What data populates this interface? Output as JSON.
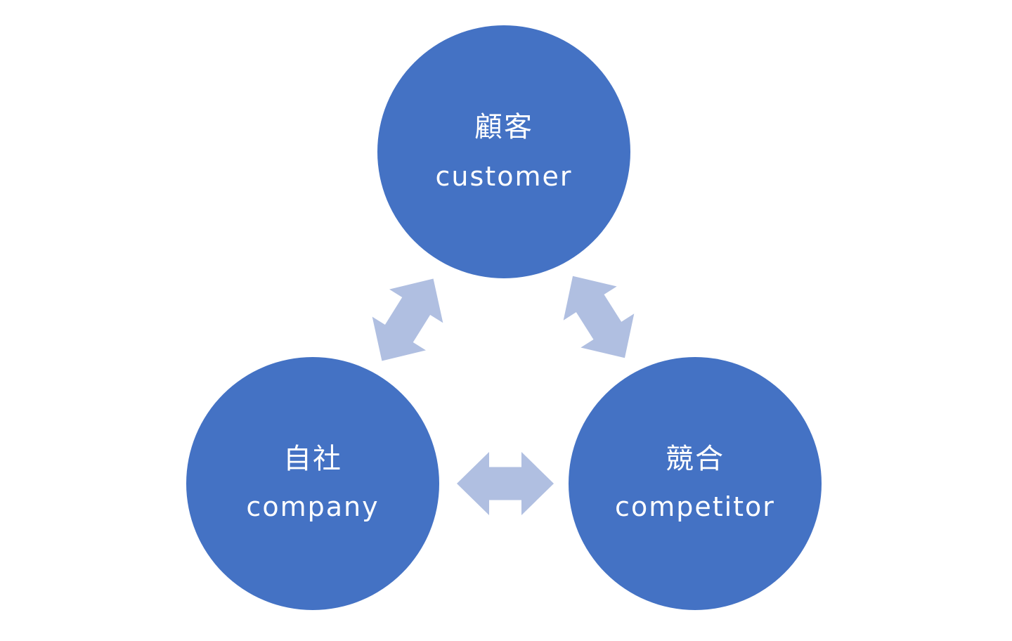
{
  "diagram": {
    "title": "3C analysis",
    "colors": {
      "node_fill": "#4472C4",
      "arrow_fill": "#B0BFE1",
      "text": "#FFFFFF",
      "background": "#FFFFFF"
    },
    "nodes": [
      {
        "id": "customer",
        "label_jp": "顧客",
        "label_en": "customer"
      },
      {
        "id": "company",
        "label_jp": "自社",
        "label_en": "company"
      },
      {
        "id": "competitor",
        "label_jp": "競合",
        "label_en": "competitor"
      }
    ],
    "edges": [
      {
        "from": "company",
        "to": "customer",
        "type": "bidirectional"
      },
      {
        "from": "customer",
        "to": "competitor",
        "type": "bidirectional"
      },
      {
        "from": "company",
        "to": "competitor",
        "type": "bidirectional"
      }
    ]
  }
}
